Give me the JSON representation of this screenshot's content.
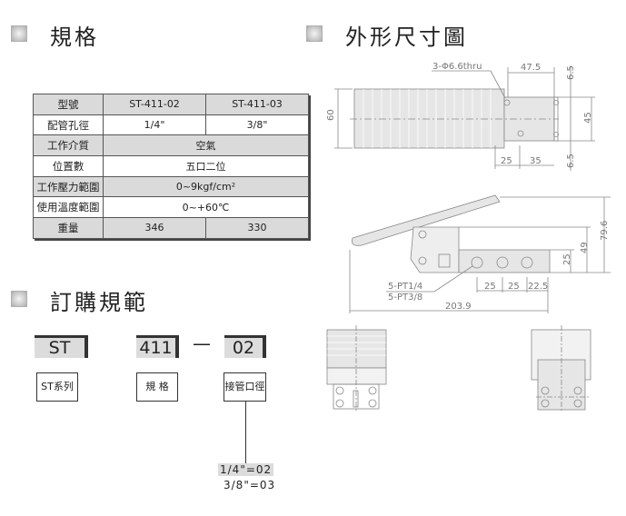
{
  "sections": {
    "spec_title": "規格",
    "outline_title": "外形尺寸圖",
    "order_title": "訂購規範"
  },
  "spec_table": {
    "rows": [
      {
        "label": "型號",
        "values": [
          "ST-411-02",
          "ST-411-03"
        ]
      },
      {
        "label": "配管孔徑",
        "values": [
          "1/4\"",
          "3/8\""
        ]
      },
      {
        "label": "工作介質",
        "values": [
          "空氣"
        ]
      },
      {
        "label": "位置數",
        "values": [
          "五口二位"
        ]
      },
      {
        "label": "工作壓力範圍",
        "values": [
          "0~9kgf/cm²"
        ]
      },
      {
        "label": "使用溫度範圍",
        "values": [
          "0~+60℃"
        ]
      },
      {
        "label": "重量",
        "values": [
          "346",
          "330"
        ]
      }
    ]
  },
  "order_code": {
    "parts": [
      {
        "code": "ST",
        "desc": "ST系列"
      },
      {
        "code": "411",
        "desc": "規 格"
      },
      {
        "code": "02",
        "desc": "接管口徑"
      }
    ],
    "separator": "—",
    "options": [
      "1/4\"=02",
      "3/8\"=03"
    ]
  },
  "drawing": {
    "top_view": {
      "hole_note": "3-Φ6.6thru",
      "dims": [
        "47.5",
        "6.5",
        "60",
        "45",
        "25",
        "35",
        "6.5"
      ]
    },
    "side_view": {
      "dims": [
        "79.6",
        "49",
        "25",
        "25",
        "25",
        "22.5",
        "203.9"
      ],
      "port_notes": [
        "5-PT1/4",
        "5-PT3/8"
      ]
    }
  }
}
